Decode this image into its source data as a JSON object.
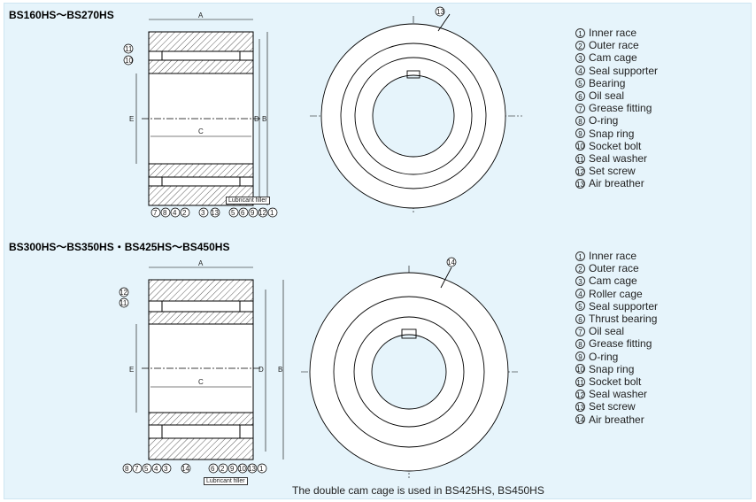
{
  "diagram1": {
    "title": "BS160HS～BS270HS",
    "legend": [
      {
        "num": "1",
        "label": "Inner race"
      },
      {
        "num": "2",
        "label": "Outer race"
      },
      {
        "num": "3",
        "label": "Cam cage"
      },
      {
        "num": "4",
        "label": "Seal supporter"
      },
      {
        "num": "5",
        "label": "Bearing"
      },
      {
        "num": "6",
        "label": "Oil seal"
      },
      {
        "num": "7",
        "label": "Grease fitting"
      },
      {
        "num": "8",
        "label": "O-ring"
      },
      {
        "num": "9",
        "label": "Snap ring"
      },
      {
        "num": "10",
        "label": "Socket bolt"
      },
      {
        "num": "11",
        "label": "Seal washer"
      },
      {
        "num": "12",
        "label": "Set screw"
      },
      {
        "num": "13",
        "label": "Air breather"
      }
    ],
    "dims": {
      "a": "A",
      "b": "B",
      "c": "C",
      "d": "D",
      "e": "E"
    },
    "lubricant_label": "Lubricant filler",
    "callout_top": "13",
    "callouts_left": [
      "11",
      "10"
    ],
    "callouts_bottom": [
      "7",
      "8",
      "4",
      "2",
      "3",
      "13",
      "5",
      "6",
      "9",
      "12",
      "1"
    ]
  },
  "diagram2": {
    "title": "BS300HS～BS350HS・BS425HS～BS450HS",
    "legend": [
      {
        "num": "1",
        "label": "Inner race"
      },
      {
        "num": "2",
        "label": "Outer race"
      },
      {
        "num": "3",
        "label": "Cam cage"
      },
      {
        "num": "4",
        "label": "Roller cage"
      },
      {
        "num": "5",
        "label": "Seal supporter"
      },
      {
        "num": "6",
        "label": "Thrust bearing"
      },
      {
        "num": "7",
        "label": "Oil seal"
      },
      {
        "num": "8",
        "label": "Grease fitting"
      },
      {
        "num": "9",
        "label": "O-ring"
      },
      {
        "num": "10",
        "label": "Snap ring"
      },
      {
        "num": "11",
        "label": "Socket bolt"
      },
      {
        "num": "12",
        "label": "Seal washer"
      },
      {
        "num": "13",
        "label": "Set screw"
      },
      {
        "num": "14",
        "label": "Air breather"
      }
    ],
    "dims": {
      "a": "A",
      "b": "B",
      "c": "C",
      "d": "D",
      "e": "E"
    },
    "lubricant_label": "Lubricant filler",
    "callout_top": "14",
    "callouts_left": [
      "12",
      "11"
    ],
    "callouts_bottom": [
      "8",
      "7",
      "5",
      "4",
      "3",
      "14",
      "6",
      "2",
      "9",
      "10",
      "13",
      "1"
    ],
    "note": "The double cam cage is used in BS425HS, BS450HS"
  }
}
